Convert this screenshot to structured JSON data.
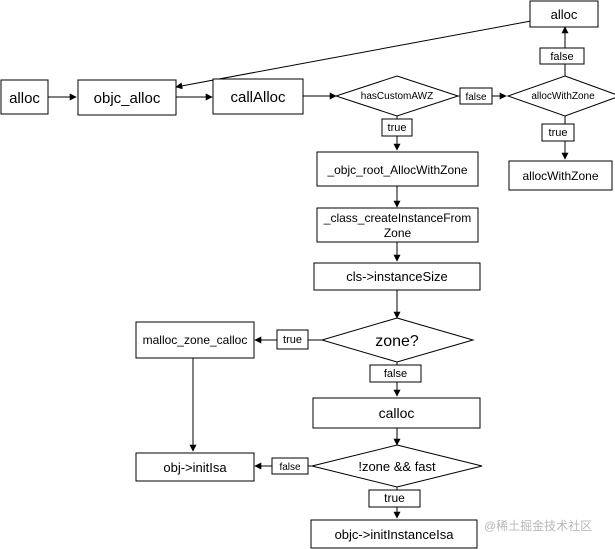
{
  "nodes": {
    "alloc_start": "alloc",
    "objc_alloc": "objc_alloc",
    "call_alloc": "callAlloc",
    "has_custom_awz": "hasCustomAWZ",
    "alloc_top": "alloc",
    "alloc_with_zone_decision": "allocWithZone",
    "alloc_with_zone_box": "allocWithZone",
    "objc_root_alloc_with_zone": "_objc_root_AllocWithZone",
    "class_create_instance_line1": "_class_createInstanceFrom",
    "class_create_instance_line2": "Zone",
    "instance_size": "cls->instanceSize",
    "zone_decision": "zone?",
    "malloc_zone_calloc": "malloc_zone_calloc",
    "calloc": "calloc",
    "zone_fast_decision": "!zone && fast",
    "init_isa": "obj->initIsa",
    "init_instance_isa": "objc->initInstanceIsa"
  },
  "edge_labels": {
    "has_custom_awz_false": "false",
    "has_custom_awz_true": "true",
    "alloc_with_zone_false": "false",
    "alloc_with_zone_true": "true",
    "zone_true": "true",
    "zone_false": "false",
    "zone_fast_false": "false",
    "zone_fast_true": "true"
  },
  "watermark": "@稀土掘金技术社区"
}
